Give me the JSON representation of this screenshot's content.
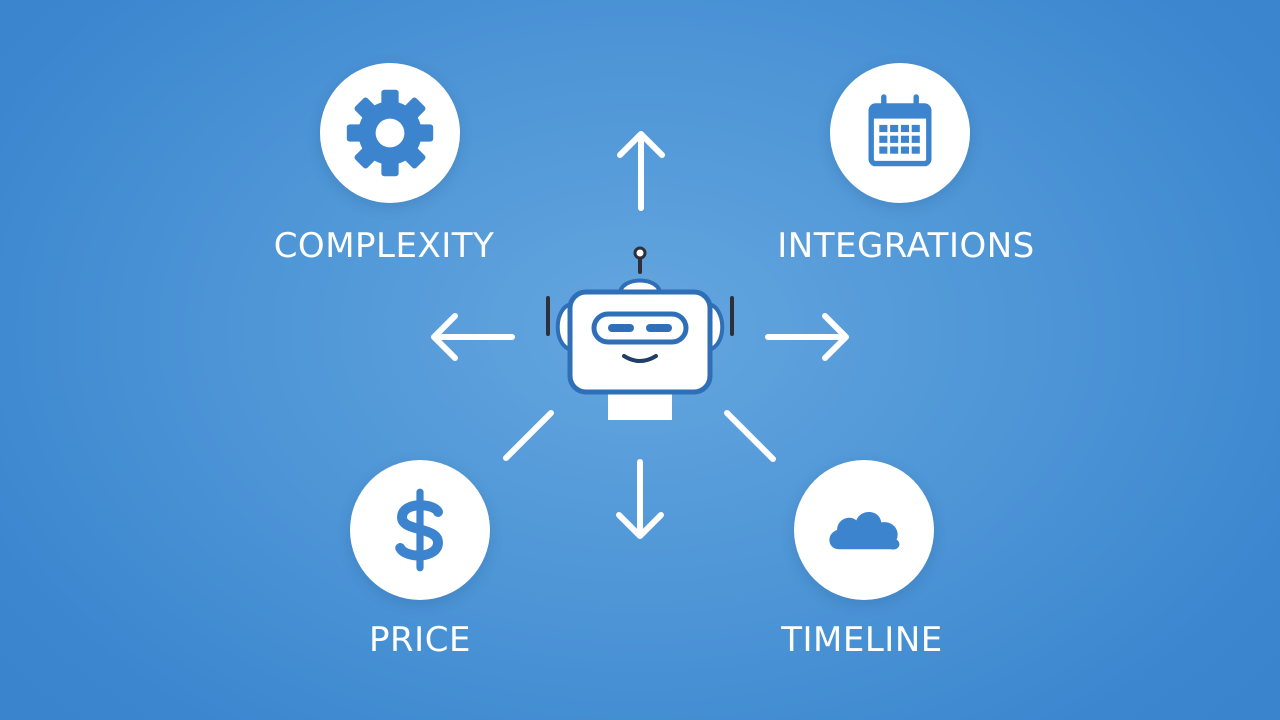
{
  "diagram": {
    "nodes": [
      {
        "id": "complexity",
        "label": "COMPLEXITY",
        "icon": "gear-icon"
      },
      {
        "id": "integrations",
        "label": "INTEGRATIONS",
        "icon": "calendar-icon"
      },
      {
        "id": "price",
        "label": "PRICE",
        "icon": "dollar-icon"
      },
      {
        "id": "timeline",
        "label": "TIMELINE",
        "icon": "cloud-icon"
      }
    ],
    "center": {
      "icon": "robot-icon"
    },
    "colors": {
      "background": "#4d95d6",
      "icon_blue": "#3d84cf",
      "robot_outline": "#2f6fb8",
      "white": "#ffffff"
    }
  }
}
